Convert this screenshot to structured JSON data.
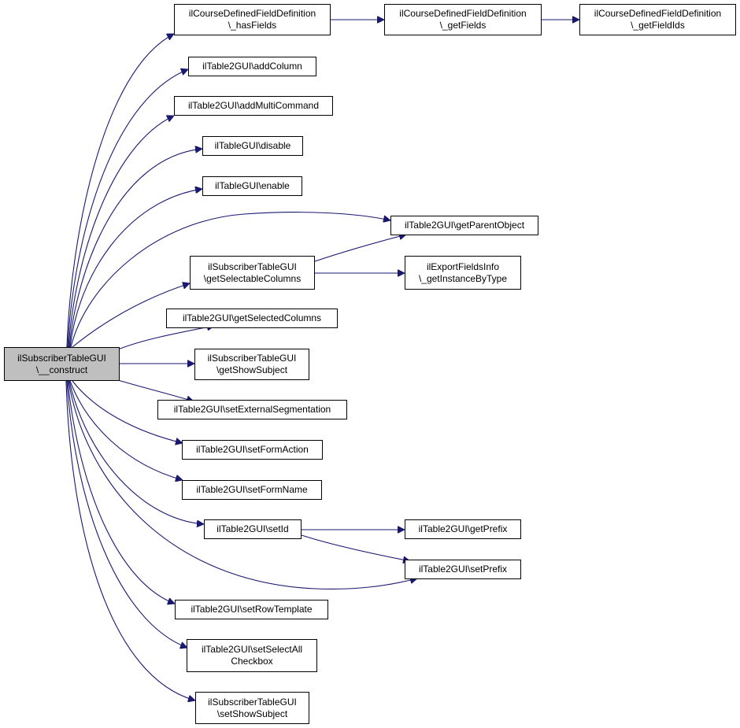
{
  "nodes": {
    "root": "ilSubscriberTableGUI\n\\__construct",
    "has_fields": "ilCourseDefinedFieldDefinition\n\\_hasFields",
    "get_fields": "ilCourseDefinedFieldDefinition\n\\_getFields",
    "get_field_ids": "ilCourseDefinedFieldDefinition\n\\_getFieldIds",
    "add_column": "ilTable2GUI\\addColumn",
    "add_multi_command": "ilTable2GUI\\addMultiCommand",
    "disable": "ilTableGUI\\disable",
    "enable": "ilTableGUI\\enable",
    "get_parent_object": "ilTable2GUI\\getParentObject",
    "get_selectable_columns": "ilSubscriberTableGUI\n\\getSelectableColumns",
    "get_instance_by_type": "ilExportFieldsInfo\n\\_getInstanceByType",
    "get_selected_columns": "ilTable2GUI\\getSelectedColumns",
    "get_show_subject": "ilSubscriberTableGUI\n\\getShowSubject",
    "set_external_segmentation": "ilTable2GUI\\setExternalSegmentation",
    "set_form_action": "ilTable2GUI\\setFormAction",
    "set_form_name": "ilTable2GUI\\setFormName",
    "set_id": "ilTable2GUI\\setId",
    "get_prefix": "ilTable2GUI\\getPrefix",
    "set_prefix": "ilTable2GUI\\setPrefix",
    "set_row_template": "ilTable2GUI\\setRowTemplate",
    "set_select_all_checkbox": "ilTable2GUI\\setSelectAll\nCheckbox",
    "set_show_subject": "ilSubscriberTableGUI\n\\setShowSubject"
  },
  "colors": {
    "edge": "#191970",
    "root_fill": "#bfbfbf",
    "node_fill": "#ffffff",
    "node_border": "#000000"
  }
}
